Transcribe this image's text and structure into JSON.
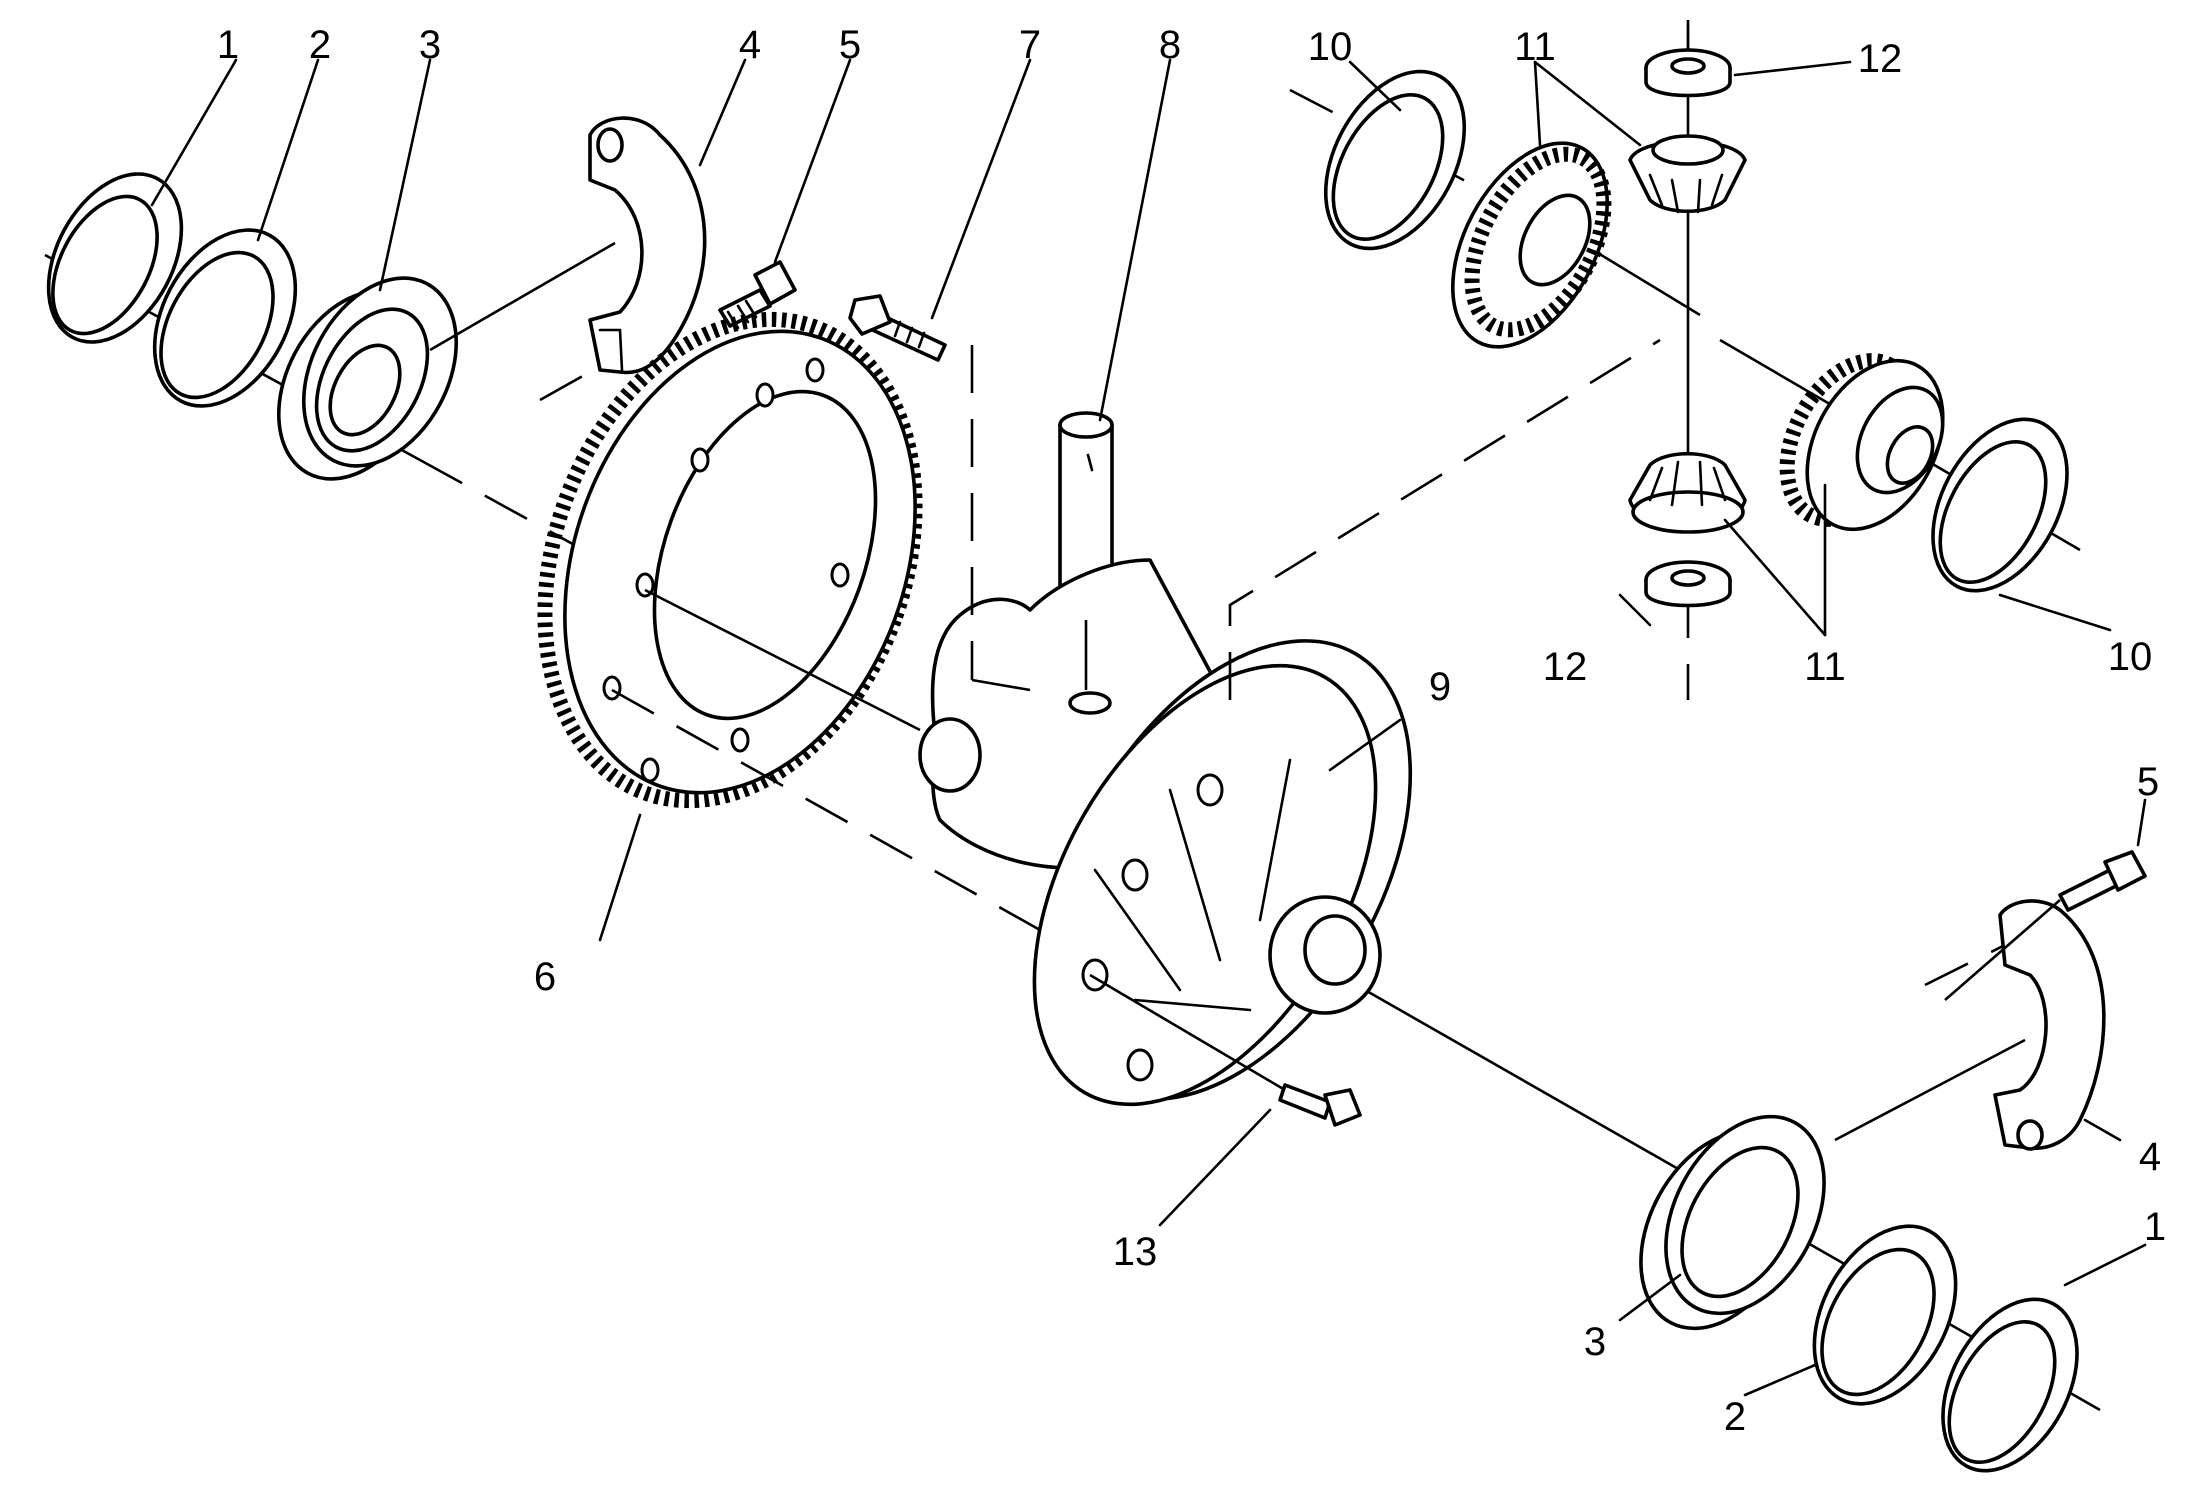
{
  "diagram": {
    "callouts": [
      {
        "id": "c1-left",
        "label": "1"
      },
      {
        "id": "c2-left",
        "label": "2"
      },
      {
        "id": "c3-left",
        "label": "3"
      },
      {
        "id": "c4-left",
        "label": "4"
      },
      {
        "id": "c5-left",
        "label": "5"
      },
      {
        "id": "c7",
        "label": "7"
      },
      {
        "id": "c8",
        "label": "8"
      },
      {
        "id": "c10-top",
        "label": "10"
      },
      {
        "id": "c11-top",
        "label": "11"
      },
      {
        "id": "c12-top",
        "label": "12"
      },
      {
        "id": "c6",
        "label": "6"
      },
      {
        "id": "c9",
        "label": "9"
      },
      {
        "id": "c12-bottom",
        "label": "12"
      },
      {
        "id": "c11-bottom",
        "label": "11"
      },
      {
        "id": "c10-right",
        "label": "10"
      },
      {
        "id": "c5-right",
        "label": "5"
      },
      {
        "id": "c4-right",
        "label": "4"
      },
      {
        "id": "c13",
        "label": "13"
      },
      {
        "id": "c3-right",
        "label": "3"
      },
      {
        "id": "c1-right",
        "label": "1"
      },
      {
        "id": "c2-right",
        "label": "2"
      }
    ]
  }
}
